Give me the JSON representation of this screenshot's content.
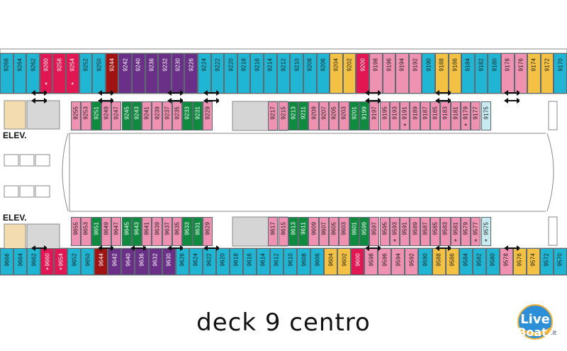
{
  "title": "deck 9 centro",
  "elevator_label": "ELEV.",
  "logo_text": "LiveBoat.it",
  "colors": {
    "blue": "#20b6d3",
    "pink": "#ef91b0",
    "green": "#0f8a3f",
    "red": "#e01753",
    "darkred": "#9f1413",
    "purple": "#6a2f86",
    "yellow": "#f3c244",
    "ltblue": "#c8ebf1",
    "gray": "#d5d5d5",
    "line": "#8a8a8a"
  },
  "rows": {
    "top_outer": [
      "9266",
      "9264",
      "9262",
      "9260",
      "9258",
      "9254",
      "9252",
      "9250",
      "9244",
      "9242",
      "9240",
      "9236",
      "9232",
      "9230",
      "9226",
      "9224",
      "9222",
      "9220",
      "9218",
      "9216",
      "9214",
      "9212",
      "9210",
      "9208",
      "9206",
      "9204",
      "9202",
      "9200",
      "9198",
      "9196",
      "9194",
      "9192",
      "9190",
      "9188",
      "9186",
      "9184",
      "9182",
      "9180",
      "9178",
      "9176",
      "9174",
      "9172",
      "9170"
    ],
    "top_inner": [
      "9255",
      "9253",
      "9251",
      "9249",
      "9247",
      "9245",
      "9243",
      "9241",
      "9239",
      "9237",
      "9235",
      "9233",
      "9231",
      "9229",
      "",
      "9217",
      "9215",
      "9213",
      "9211",
      "9209",
      "9207",
      "9205",
      "9203",
      "9201",
      "9199",
      "9197",
      "9195",
      "9193",
      "9191",
      "9189",
      "9187",
      "9185",
      "9183",
      "9181",
      "9179",
      "9177",
      "9175"
    ],
    "bottom_inner": [
      "9655",
      "9653",
      "9651",
      "9649",
      "9647",
      "9645",
      "9643",
      "9641",
      "9639",
      "9637",
      "9635",
      "9633",
      "9631",
      "9629",
      "",
      "9617",
      "9615",
      "9613",
      "9611",
      "9609",
      "9607",
      "9605",
      "9603",
      "9601",
      "9599",
      "9597",
      "9595",
      "9593",
      "9591",
      "9589",
      "9587",
      "9585",
      "9583",
      "9581",
      "9579",
      "9577",
      "9575"
    ],
    "bottom_outer": [
      "9666",
      "9664",
      "9662",
      "9660",
      "9654",
      "9652",
      "9650",
      "9644",
      "9642",
      "9640",
      "9636",
      "9632",
      "9630",
      "9626",
      "9624",
      "9622",
      "9620",
      "9618",
      "9616",
      "9614",
      "9612",
      "9610",
      "9608",
      "9606",
      "9604",
      "9602",
      "9600",
      "9598",
      "9596",
      "9594",
      "9592",
      "9590",
      "9588",
      "9586",
      "9584",
      "9582",
      "9580",
      "9578",
      "9576",
      "9574",
      "9572",
      "9570"
    ]
  }
}
